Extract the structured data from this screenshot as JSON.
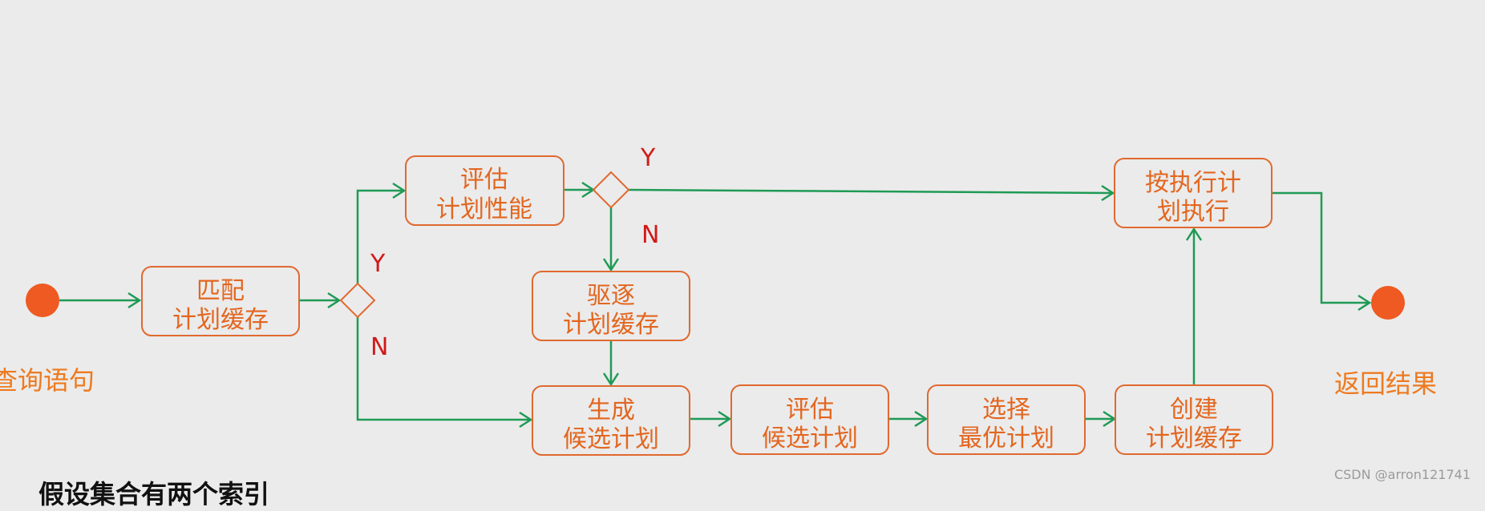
{
  "nodes": {
    "match": [
      "匹配",
      "计划缓存"
    ],
    "evaluate_perf": [
      "评估",
      "计划性能"
    ],
    "evict": [
      "驱逐",
      "计划缓存"
    ],
    "generate": [
      "生成",
      "候选计划"
    ],
    "evaluate_candidates": [
      "评估",
      "候选计划"
    ],
    "select_best": [
      "选择",
      "最优计划"
    ],
    "create_cache": [
      "创建",
      "计划缓存"
    ],
    "execute": [
      "按执行计",
      "划执行"
    ]
  },
  "terminals": {
    "start_label": "查询语句",
    "end_label": "返回结果"
  },
  "decisions": {
    "d1_yes": "Y",
    "d1_no": "N",
    "d2_yes": "Y",
    "d2_no": "N"
  },
  "bottom_text": "假设集合有两个索引",
  "watermark": "CSDN @arron121741",
  "colors": {
    "background": "#ebebeb",
    "node": "#e0692f",
    "edge": "#1f9a55",
    "yes_no": "#d11a1a",
    "terminal": "#ee5a22"
  }
}
